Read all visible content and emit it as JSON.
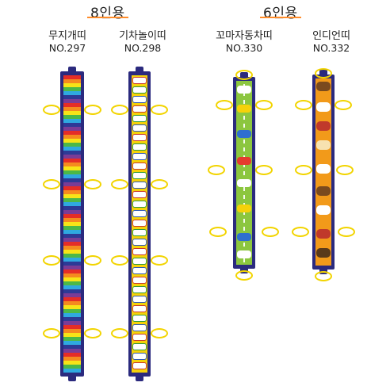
{
  "groups": [
    {
      "title": "8인용"
    },
    {
      "title": "6인용"
    }
  ],
  "products": [
    {
      "name": "무지개띠",
      "no": "NO.297",
      "pattern": "rainbow"
    },
    {
      "name": "기차놀이띠",
      "no": "NO.298",
      "pattern": "train"
    },
    {
      "name": "꼬마자동차띠",
      "no": "NO.330",
      "pattern": "cars"
    },
    {
      "name": "인디언띠",
      "no": "NO.332",
      "pattern": "indian"
    }
  ],
  "colors": {
    "border": "#2b2a7e",
    "ring": "#f2d400",
    "underline": "#ff8c2a",
    "train_bg": "#f5d20a",
    "cars_bg": "#8cc63f",
    "indian_bg": "#f29a1a"
  }
}
